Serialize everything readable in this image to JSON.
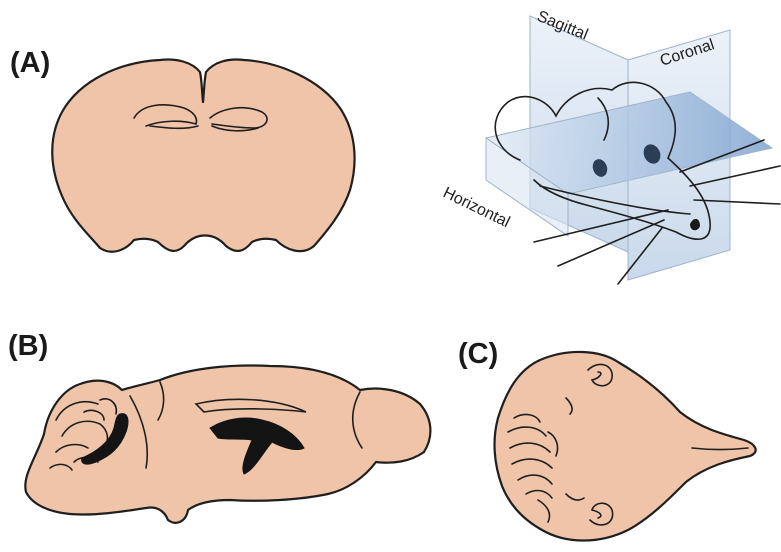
{
  "figure": {
    "panels": [
      {
        "id": "A",
        "label": "(A)",
        "view": "coronal-section"
      },
      {
        "id": "B",
        "label": "(B)",
        "view": "sagittal-section"
      },
      {
        "id": "C",
        "label": "(C)",
        "view": "horizontal-section"
      }
    ],
    "planes": {
      "sagittal_label": "Sagittal",
      "coronal_label": "Coronal",
      "horizontal_label": "Horizontal"
    },
    "colors": {
      "tissue": "#efc4a8",
      "outline": "#1f1f1f",
      "plane": "#8fb0d6",
      "ventricle": "#141414"
    }
  }
}
